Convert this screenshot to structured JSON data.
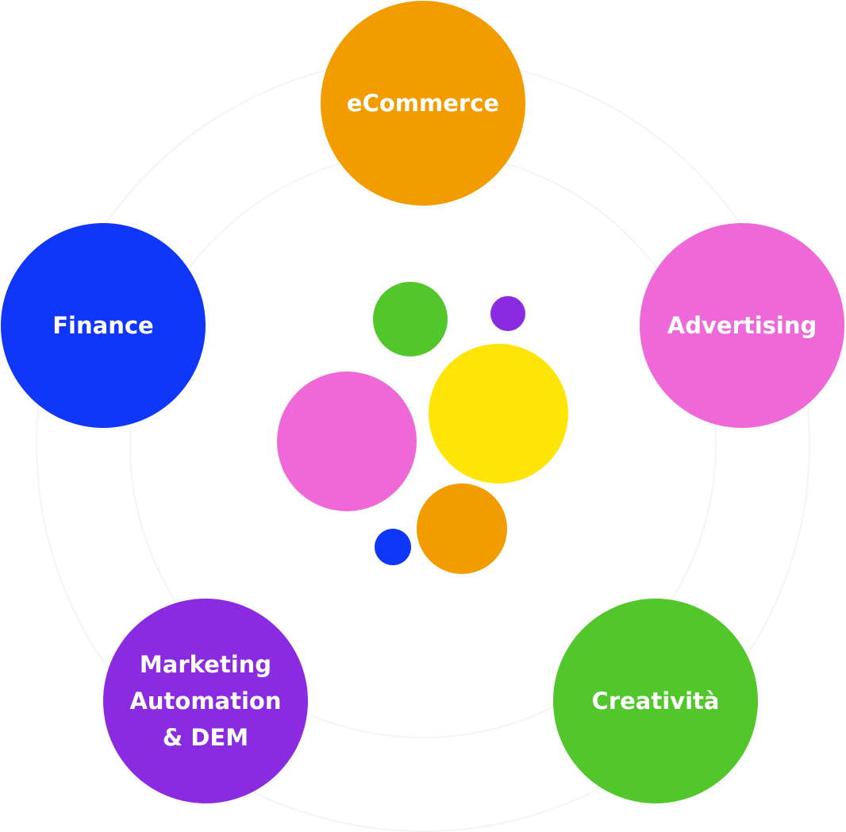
{
  "nodes": [
    {
      "id": "ecommerce",
      "label": "eCommerce",
      "color": "#F39C00"
    },
    {
      "id": "advertising",
      "label": "Advertising",
      "color": "#EE68D8"
    },
    {
      "id": "creativita",
      "label": "Creatività",
      "color": "#52C72B"
    },
    {
      "id": "marketing",
      "label": "Marketing\nAutomation\n& DEM",
      "color": "#8A2BE2"
    },
    {
      "id": "finance",
      "label": "Finance",
      "color": "#1036F9"
    }
  ],
  "center_bubbles": [
    {
      "color": "#52C72B"
    },
    {
      "color": "#8A2BE2"
    },
    {
      "color": "#FFE505"
    },
    {
      "color": "#EE68D8"
    },
    {
      "color": "#F39C00"
    },
    {
      "color": "#1036F9"
    }
  ]
}
